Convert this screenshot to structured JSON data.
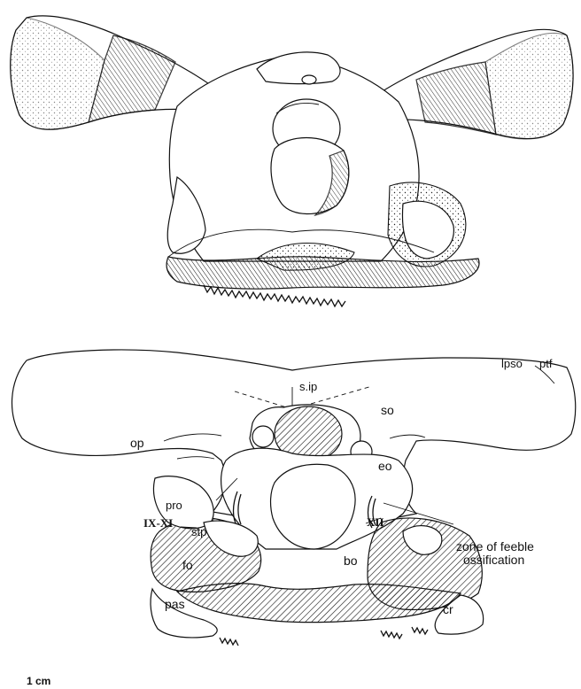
{
  "labels": {
    "lpso": "lpso",
    "ptf": "ptf",
    "sip": "s.ip",
    "so": "so",
    "op": "op",
    "eo": "eo",
    "pro": "pro",
    "ix_xi": "IX-XI",
    "xii": "XII",
    "stp": "stp",
    "fo": "fo",
    "bo": "bo",
    "zone_line1": "zone of feeble",
    "zone_line2": "ossification",
    "pas": "pas",
    "cr": "cr"
  },
  "scale_bar": {
    "label": "1 cm"
  }
}
